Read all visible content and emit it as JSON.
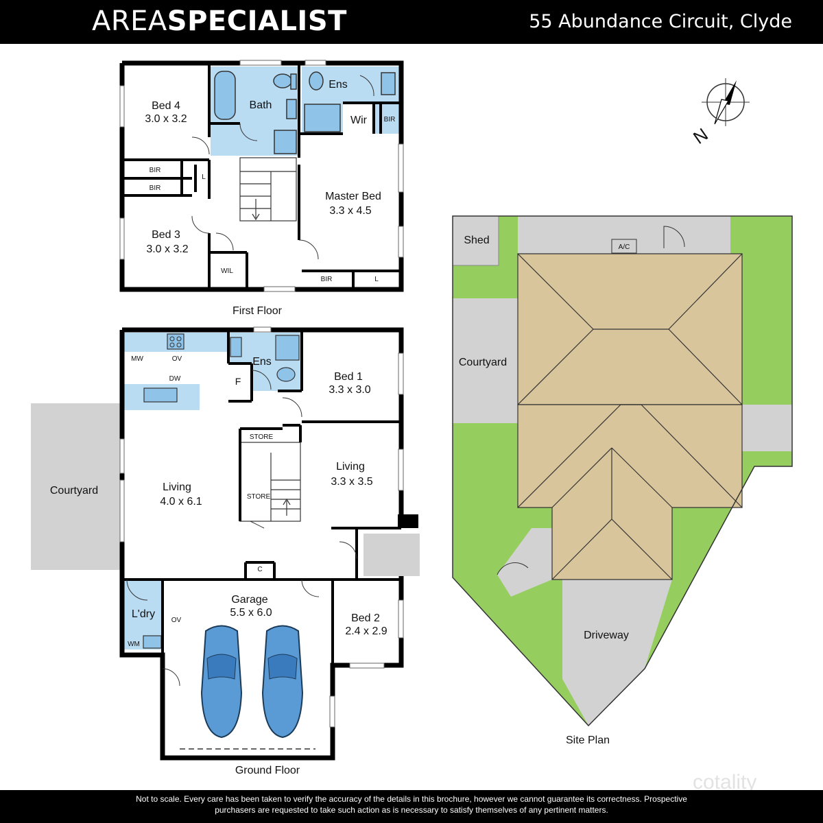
{
  "header": {
    "brand_light": "AREA",
    "brand_bold": "SPECIALIST",
    "address": "55 Abundance Circuit, Clyde"
  },
  "first_floor": {
    "caption": "First Floor",
    "rooms": {
      "bed4_name": "Bed 4",
      "bed4_size": "3.0 x 3.2",
      "bath": "Bath",
      "ens": "Ens",
      "wir": "Wir",
      "bir_small": "BIR",
      "bir1": "BIR",
      "bir2": "BIR",
      "linen": "L",
      "bed3_name": "Bed 3",
      "bed3_size": "3.0 x 3.2",
      "master_name": "Master Bed",
      "master_size": "3.3 x 4.5",
      "wil": "WIL",
      "master_bir": "BIR",
      "master_l": "L"
    }
  },
  "ground_floor": {
    "caption": "Ground Floor",
    "rooms": {
      "mw": "MW",
      "ov": "OV",
      "dw": "DW",
      "ens": "Ens",
      "f": "F",
      "bed1_name": "Bed 1",
      "bed1_size": "3.3 x 3.0",
      "store1": "STORE",
      "store2": "STORE",
      "living_main_name": "Living",
      "living_main_size": "4.0 x 6.1",
      "living2_name": "Living",
      "living2_size": "3.3 x 3.5",
      "courtyard": "Courtyard",
      "c": "C",
      "garage_name": "Garage",
      "garage_size": "5.5 x 6.0",
      "ldry": "L'dry",
      "ov2": "OV",
      "wm": "WM",
      "bed2_name": "Bed 2",
      "bed2_size": "2.4 x 2.9"
    }
  },
  "site_plan": {
    "caption": "Site Plan",
    "shed": "Shed",
    "ac": "A/C",
    "courtyard": "Courtyard",
    "driveway": "Driveway",
    "colors": {
      "lawn": "#96cd5f",
      "paving": "#d2d2d2",
      "roof": "#d8c59c"
    }
  },
  "compass": {
    "label": "N"
  },
  "colors": {
    "wet_area": "#b9dcf3",
    "car": "#5b9bd5"
  },
  "footer": {
    "disclaimer_line1": "Not to scale. Every care has been taken to verify the accuracy of the details in this brochure, however we cannot guarantee its correctness. Prospective",
    "disclaimer_line2": "purchasers are requested to take such action as is necessary to satisfy themselves of any pertinent matters.",
    "watermark": "cotality"
  }
}
